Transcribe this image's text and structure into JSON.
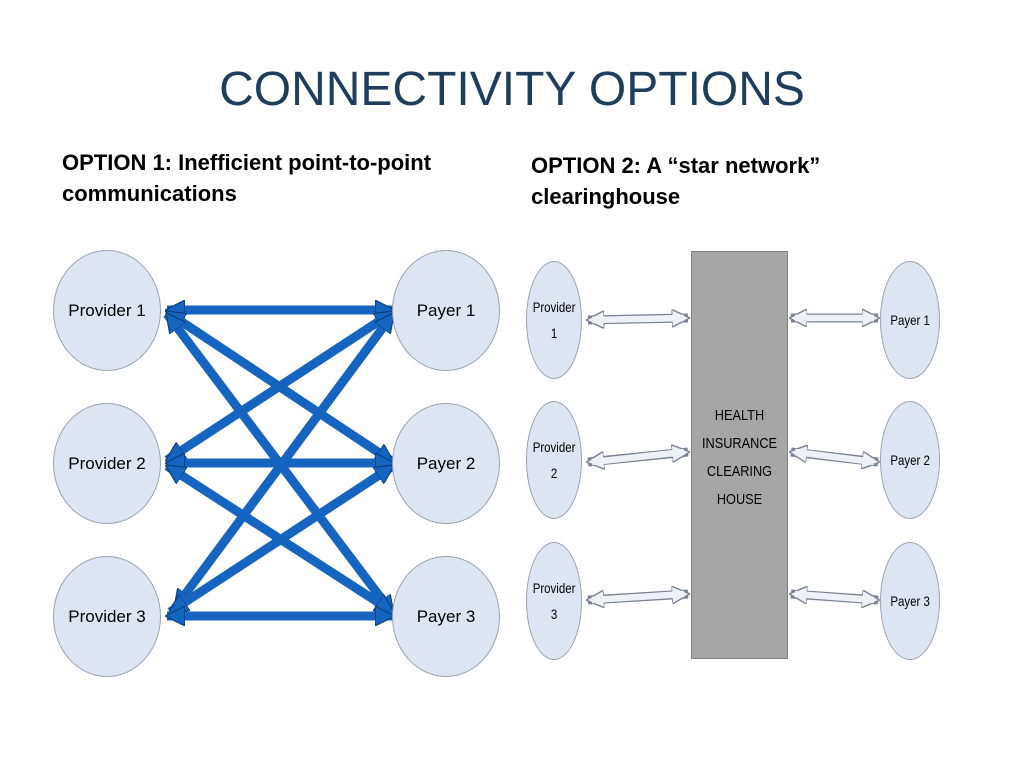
{
  "title": "CONNECTIVITY OPTIONS",
  "option1": {
    "heading": "OPTION 1: Inefficient point-to-point communications",
    "providers": [
      "Provider 1",
      "Provider 2",
      "Provider 3"
    ],
    "payers": [
      "Payer 1",
      "Payer 2",
      "Payer 3"
    ]
  },
  "option2": {
    "heading": "OPTION 2: A “star network” clearinghouse",
    "providers": [
      "Provider\n1",
      "Provider\n2",
      "Provider\n3"
    ],
    "payers": [
      "Payer 1",
      "Payer 2",
      "Payer 3"
    ],
    "hub_label": "HEALTH\nINSURANCE\nCLEARING\nHOUSE"
  },
  "colors": {
    "title": "#1f3e5e",
    "arrow_p2p": "#1565c0",
    "node_fill": "#dde5f2",
    "hub_fill": "#a6a6a6"
  }
}
